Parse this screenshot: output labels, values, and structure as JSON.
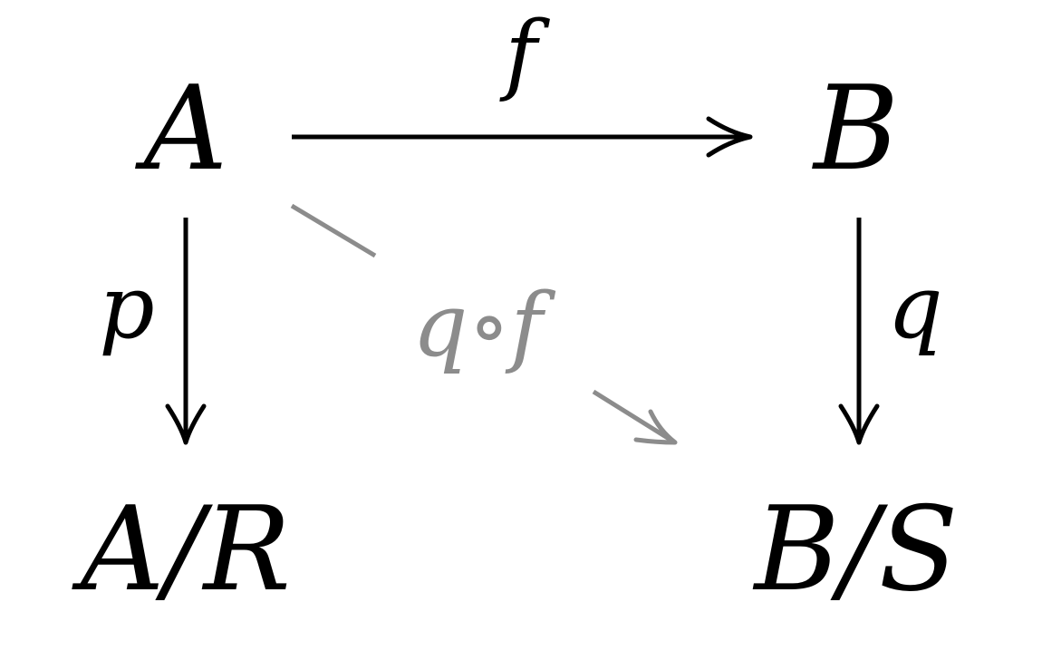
{
  "nodes": {
    "top_left": "A",
    "top_right": "B",
    "bottom_left": "A/R",
    "bottom_right": "B/S"
  },
  "arrows": {
    "top": "f",
    "left": "p",
    "right": "q",
    "diagonal": "q∘f"
  },
  "colors": {
    "main": "#000000",
    "composite": "#8c8c8c",
    "background": "#ffffff"
  }
}
